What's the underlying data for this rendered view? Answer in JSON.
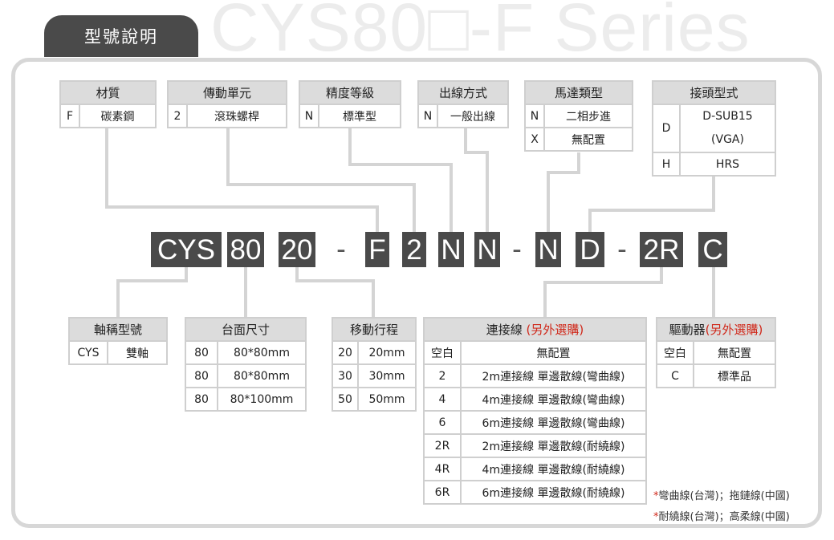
{
  "header": {
    "tab_label": "型號說明",
    "series_title": "CYS80□-F Series"
  },
  "code": {
    "segments": [
      "CYS",
      "80",
      "20",
      "-",
      "F",
      "2",
      "N",
      "N",
      "-",
      "N",
      "D",
      "-",
      "2R",
      "C"
    ]
  },
  "material": {
    "title": "材質",
    "rows": [
      {
        "key": "F",
        "value": "碳素鋼"
      }
    ]
  },
  "transmission": {
    "title": "傳動單元",
    "rows": [
      {
        "key": "2",
        "value": "滾珠螺桿"
      }
    ]
  },
  "precision": {
    "title": "精度等級",
    "rows": [
      {
        "key": "N",
        "value": "標準型"
      }
    ]
  },
  "outlet": {
    "title": "出線方式",
    "rows": [
      {
        "key": "N",
        "value": "一般出線"
      }
    ]
  },
  "motor": {
    "title": "馬達類型",
    "rows": [
      {
        "key": "N",
        "value": "二相步進"
      },
      {
        "key": "X",
        "value": "無配置"
      }
    ]
  },
  "connector": {
    "title": "接頭型式",
    "rows": [
      {
        "key": "D",
        "value1": "D-SUB15",
        "value2": "(VGA)"
      },
      {
        "key": "H",
        "value": "HRS"
      }
    ]
  },
  "axis": {
    "title": "軸稱型號",
    "rows": [
      {
        "key": "CYS",
        "value": "雙軸"
      }
    ]
  },
  "table_size": {
    "title": "台面尺寸",
    "rows": [
      {
        "key": "80",
        "value": "80*80mm"
      },
      {
        "key": "80",
        "value": "80*80mm"
      },
      {
        "key": "80",
        "value": "80*100mm"
      }
    ]
  },
  "stroke": {
    "title": "移動行程",
    "rows": [
      {
        "key": "20",
        "value": "20mm"
      },
      {
        "key": "30",
        "value": "30mm"
      },
      {
        "key": "50",
        "value": "50mm"
      }
    ]
  },
  "cable": {
    "title": "連接線",
    "option": "(另外選購)",
    "rows": [
      {
        "key": "空白",
        "value": "無配置"
      },
      {
        "key": "2",
        "value": "2m連接線 單邊散線(彎曲線)"
      },
      {
        "key": "4",
        "value": "4m連接線 單邊散線(彎曲線)"
      },
      {
        "key": "6",
        "value": "6m連接線 單邊散線(彎曲線)"
      },
      {
        "key": "2R",
        "value": "2m連接線 單邊散線(耐繞線)"
      },
      {
        "key": "4R",
        "value": "4m連接線 單邊散線(耐繞線)"
      },
      {
        "key": "6R",
        "value": "6m連接線 單邊散線(耐繞線)"
      }
    ]
  },
  "driver": {
    "title": "驅動器",
    "option": "(另外選購)",
    "rows": [
      {
        "key": "空白",
        "value": "無配置"
      },
      {
        "key": "C",
        "value": "標準品"
      }
    ]
  },
  "notes": {
    "star": "*",
    "note1": "彎曲線(台灣)；拖鏈線(中國)",
    "note2": "耐繞線(台灣)；高柔線(中國)"
  },
  "colors": {
    "box": "#4a4a4a",
    "header_bg": "#dcdcdc",
    "border": "#cfcfcf",
    "accent_red": "#d0281a",
    "line": "#d4d4d4"
  }
}
